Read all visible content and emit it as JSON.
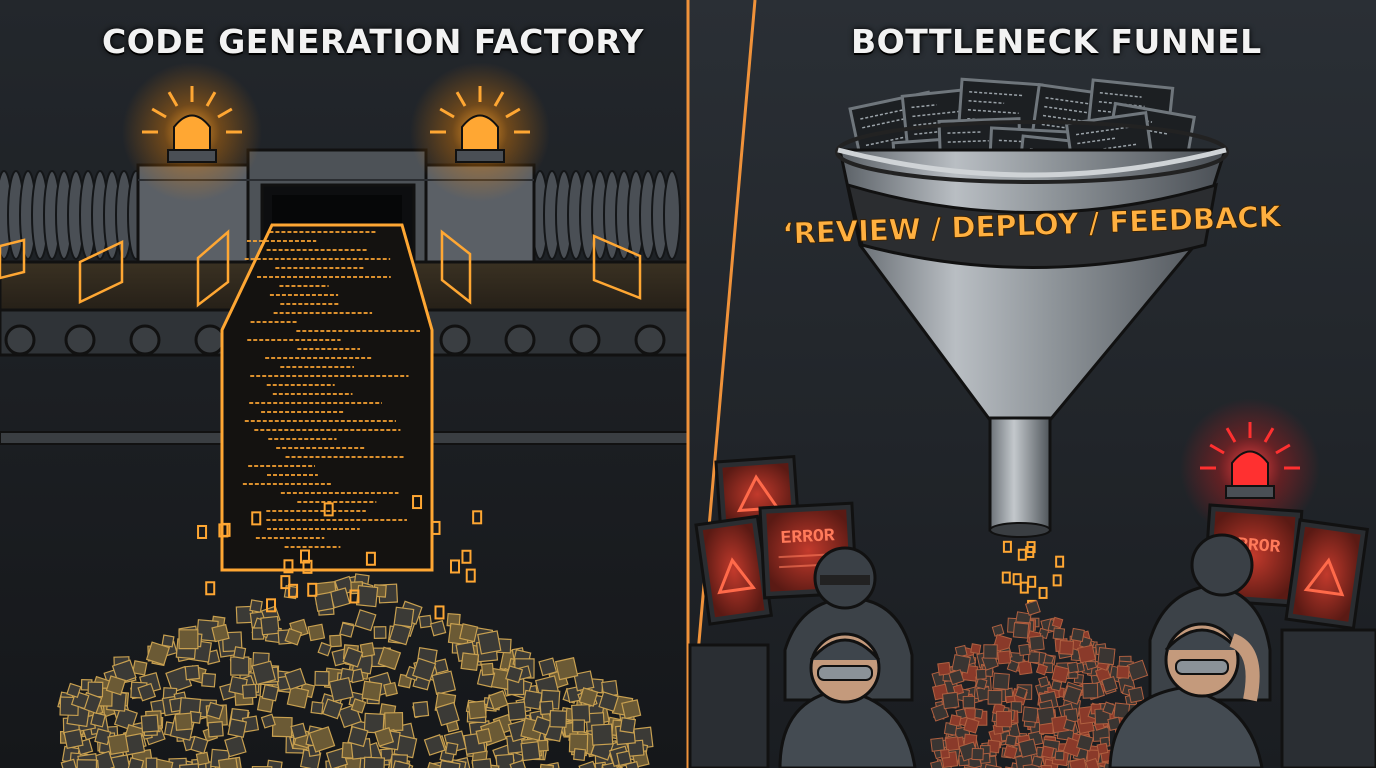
{
  "panels": {
    "left": {
      "title": "CODE GENERATION FACTORY"
    },
    "right": {
      "title": "BOTTLENECK FUNNEL",
      "funnel_label": "‘REVIEW / DEPLOY / FEEDBACK",
      "monitor_text": [
        "ERROR",
        "ERROR"
      ]
    }
  },
  "colors": {
    "background": "#1b1e22",
    "glow_orange": "#ff9a1f",
    "alarm_red": "#ff2a2a",
    "metal": "#8a9096",
    "divider": "#f0923a"
  },
  "icons": [
    "alarm-beacon-icon",
    "warning-triangle-icon"
  ]
}
